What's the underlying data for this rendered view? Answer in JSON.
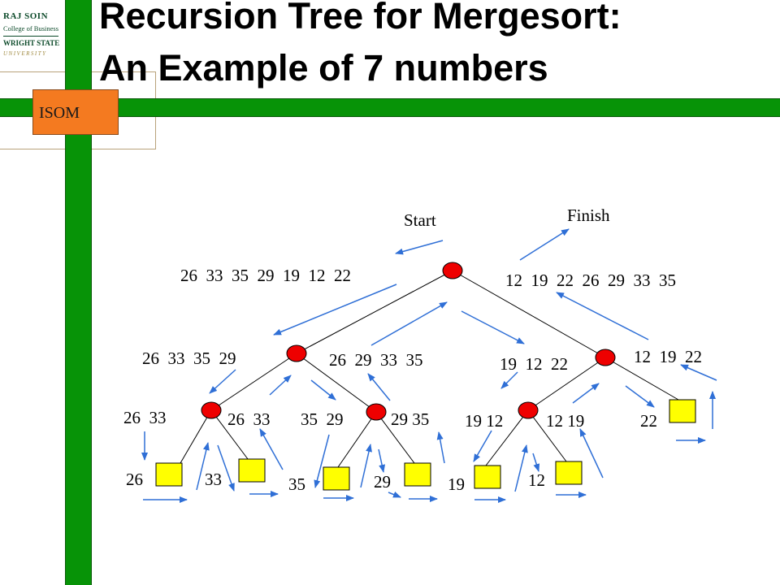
{
  "title": {
    "line1": "Recursion Tree for Mergesort:",
    "line2": "An Example of 7 numbers"
  },
  "branding": {
    "logo_line1": "RAJ SOIN",
    "logo_line2": "College of Business",
    "logo_line3": "WRIGHT STATE",
    "logo_line4": "UNIVERSITY",
    "badge": "ISOM"
  },
  "colors": {
    "bar_green": "#079307",
    "badge_orange": "#f47a20",
    "internal_node": "#ee0000",
    "leaf_node": "#ffff00",
    "arrow": "#2f6fd6"
  },
  "labels": {
    "start": "Start",
    "finish": "Finish"
  },
  "sequences": {
    "root_input": "26  33  35  29  19  12  22",
    "root_output": "12  19  22  26  29  33  35",
    "left_input": "26  33  35  29",
    "left_output": "26  29  33  35",
    "right_input": "19  12  22",
    "right_output": "12  19  22",
    "ll_input": "26  33",
    "ll_output": "26  33",
    "lr_input": "35  29",
    "lr_output": "29 35",
    "rl_input": "19 12",
    "rl_output": "12 19",
    "leaf_22": "22",
    "leaf_26": "26",
    "leaf_33": "33",
    "leaf_35": "35",
    "leaf_29": "29",
    "leaf_19": "19",
    "leaf_12": "12"
  }
}
